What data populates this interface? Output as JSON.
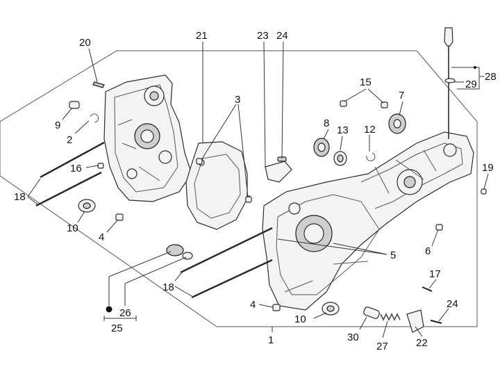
{
  "diagram": {
    "callouts": {
      "c1": "1",
      "c2": "2",
      "c3": "3",
      "c4a": "4",
      "c4b": "4",
      "c5": "5",
      "c6": "6",
      "c7": "7",
      "c8": "8",
      "c9": "9",
      "c10a": "10",
      "c10b": "10",
      "c12": "12",
      "c13": "13",
      "c15": "15",
      "c16": "16",
      "c17": "17",
      "c18a": "18",
      "c18b": "18",
      "c19": "19",
      "c20": "20",
      "c21": "21",
      "c22": "22",
      "c23": "23",
      "c24a": "24",
      "c24b": "24",
      "c25": "25",
      "c26": "26",
      "c27": "27",
      "c28": "28",
      "c29": "29",
      "c30": "30"
    }
  }
}
